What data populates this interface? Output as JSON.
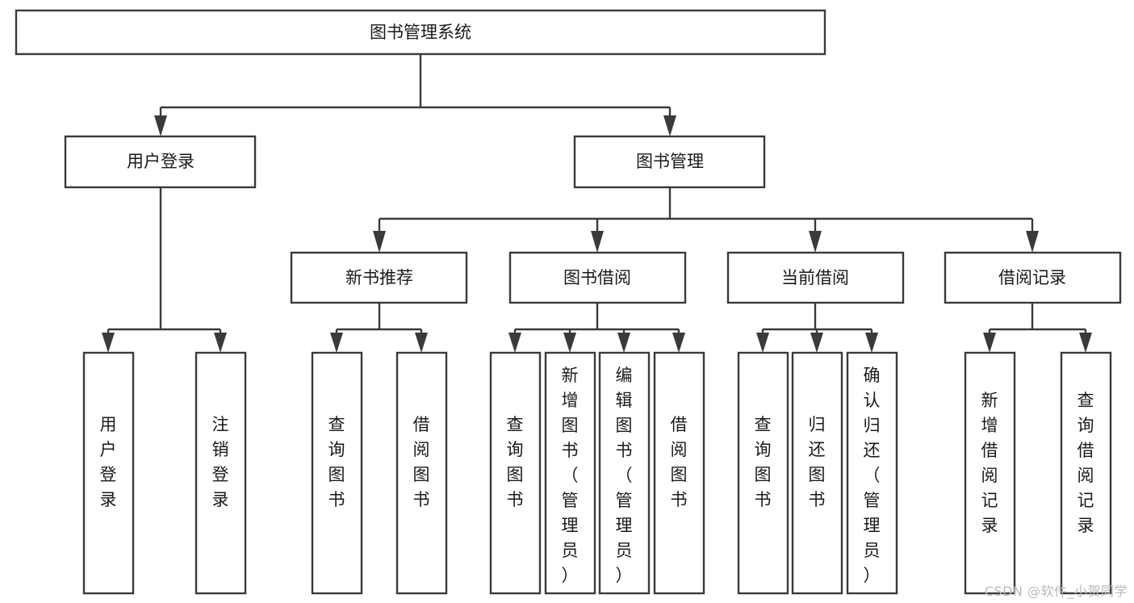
{
  "diagram": {
    "title": "图书管理系统",
    "type": "tree-hierarchy",
    "watermark": "CSDN @软件_小贺同学",
    "root": {
      "id": "root",
      "label": "图书管理系统",
      "orientation": "horizontal"
    },
    "level2": [
      {
        "id": "user-login",
        "label": "用户登录",
        "orientation": "horizontal"
      },
      {
        "id": "book-manage",
        "label": "图书管理",
        "orientation": "horizontal"
      }
    ],
    "level3": [
      {
        "id": "new-book-rec",
        "label": "新书推荐",
        "orientation": "horizontal",
        "parent": "book-manage"
      },
      {
        "id": "book-borrow",
        "label": "图书借阅",
        "orientation": "horizontal",
        "parent": "book-manage"
      },
      {
        "id": "current-borrow",
        "label": "当前借阅",
        "orientation": "horizontal",
        "parent": "book-manage"
      },
      {
        "id": "borrow-record",
        "label": "借阅记录",
        "orientation": "horizontal",
        "parent": "book-manage"
      }
    ],
    "leaves": [
      {
        "id": "leaf-user-login",
        "parent": "user-login",
        "label": "用户登录",
        "lines": [
          "用",
          "户",
          "登",
          "录"
        ],
        "orientation": "vertical"
      },
      {
        "id": "leaf-logout",
        "parent": "user-login",
        "label": "注销登录",
        "lines": [
          "注",
          "销",
          "登",
          "录"
        ],
        "orientation": "vertical"
      },
      {
        "id": "leaf-query-book-rec",
        "parent": "new-book-rec",
        "label": "查询图书",
        "lines": [
          "查",
          "询",
          "图",
          "书"
        ],
        "orientation": "vertical"
      },
      {
        "id": "leaf-borrow-book-rec",
        "parent": "new-book-rec",
        "label": "借阅图书",
        "lines": [
          "借",
          "阅",
          "图",
          "书"
        ],
        "orientation": "vertical"
      },
      {
        "id": "leaf-query-book",
        "parent": "book-borrow",
        "label": "查询图书",
        "lines": [
          "查",
          "询",
          "图",
          "书"
        ],
        "orientation": "vertical"
      },
      {
        "id": "leaf-add-book",
        "parent": "book-borrow",
        "label": "新增图书（管理员）",
        "lines": [
          "新",
          "增",
          "图",
          "书",
          "（",
          "管",
          "理",
          "员",
          "）"
        ],
        "orientation": "vertical"
      },
      {
        "id": "leaf-edit-book",
        "parent": "book-borrow",
        "label": "编辑图书（管理员）",
        "lines": [
          "编",
          "辑",
          "图",
          "书",
          "（",
          "管",
          "理",
          "员",
          "）"
        ],
        "orientation": "vertical"
      },
      {
        "id": "leaf-borrow-book",
        "parent": "book-borrow",
        "label": "借阅图书",
        "lines": [
          "借",
          "阅",
          "图",
          "书"
        ],
        "orientation": "vertical"
      },
      {
        "id": "leaf-query-book-cur",
        "parent": "current-borrow",
        "label": "查询图书",
        "lines": [
          "查",
          "询",
          "图",
          "书"
        ],
        "orientation": "vertical"
      },
      {
        "id": "leaf-return-book",
        "parent": "current-borrow",
        "label": "归还图书",
        "lines": [
          "归",
          "还",
          "图",
          "书"
        ],
        "orientation": "vertical"
      },
      {
        "id": "leaf-confirm-return",
        "parent": "current-borrow",
        "label": "确认归还（管理员）",
        "lines": [
          "确",
          "认",
          "归",
          "还",
          "（",
          "管",
          "理",
          "员",
          "）"
        ],
        "orientation": "vertical"
      },
      {
        "id": "leaf-add-record",
        "parent": "borrow-record",
        "label": "新增借阅记录",
        "lines": [
          "新",
          "增",
          "借",
          "阅",
          "记",
          "录"
        ],
        "orientation": "vertical"
      },
      {
        "id": "leaf-query-record",
        "parent": "borrow-record",
        "label": "查询借阅记录",
        "lines": [
          "查",
          "询",
          "借",
          "阅",
          "记",
          "录"
        ],
        "orientation": "vertical"
      }
    ],
    "colors": {
      "stroke": "#3a3a3a",
      "fill": "#ffffff",
      "text": "#1a1a1a",
      "watermark": "#b9b9b9"
    }
  }
}
